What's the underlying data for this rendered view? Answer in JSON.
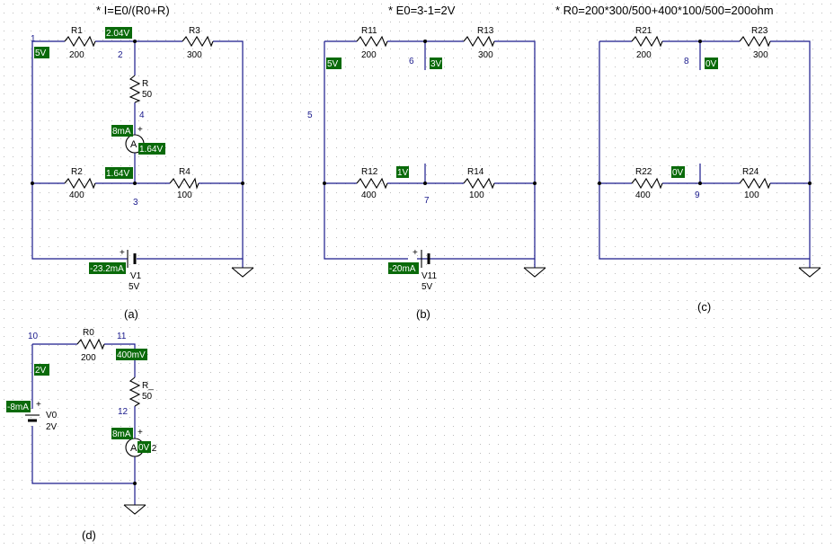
{
  "titles": {
    "a": "* I=E0/(R0+R)",
    "b": "* E0=3-1=2V",
    "c": "* R0=200*300/500+400*100/500=200ohm"
  },
  "captions": {
    "a": "(a)",
    "b": "(b)",
    "c": "(c)",
    "d": "(d)"
  },
  "nodes": {
    "n1": "1",
    "n2": "2",
    "n3": "3",
    "n4": "4",
    "n5": "5",
    "n6": "6",
    "n7": "7",
    "n8": "8",
    "n9": "9",
    "n10": "10",
    "n11": "11",
    "n12": "12"
  },
  "components": {
    "r1_name": "R1",
    "r1_val": "200",
    "r3_name": "R3",
    "r3_val": "300",
    "r_name": "R",
    "r_val": "50",
    "r2_name": "R2",
    "r2_val": "400",
    "r4_name": "R4",
    "r4_val": "100",
    "v1_name": "V1",
    "v1_val": "5V",
    "r11_name": "R11",
    "r11_val": "200",
    "r13_name": "R13",
    "r13_val": "300",
    "r12_name": "R12",
    "r12_val": "400",
    "r14_name": "R14",
    "r14_val": "100",
    "v11_name": "V11",
    "v11_val": "5V",
    "r21_name": "R21",
    "r21_val": "200",
    "r23_name": "R23",
    "r23_val": "300",
    "r22_name": "R22",
    "r22_val": "400",
    "r24_name": "R24",
    "r24_val": "100",
    "r0_name": "R0",
    "r0_val": "200",
    "rd_name": "R_",
    "rd_val": "50",
    "v0_name": "V0",
    "v0_val": "2V",
    "i2_name": "I2",
    "plus": "+"
  },
  "readouts": {
    "a_n1": "5V",
    "a_n2": "2.04V",
    "a_amp": "8mA",
    "a_meter": "1.64V",
    "a_n3": "1.64V",
    "a_src": "-23.2mA",
    "b_n5": "5V",
    "b_n6": "3V",
    "b_n7": "1V",
    "b_src": "-20mA",
    "c_n8": "0V",
    "c_n9": "0V",
    "d_n11": "400mV",
    "d_n10": "2V",
    "d_src": "-8mA",
    "d_amp": "8mA",
    "d_meter": "0V"
  },
  "colors": {
    "wire": "#1a1a8c",
    "tag_bg": "#0a6a0a",
    "tag_text": "#ffffff",
    "grid_dot": "#bdbdbd"
  }
}
